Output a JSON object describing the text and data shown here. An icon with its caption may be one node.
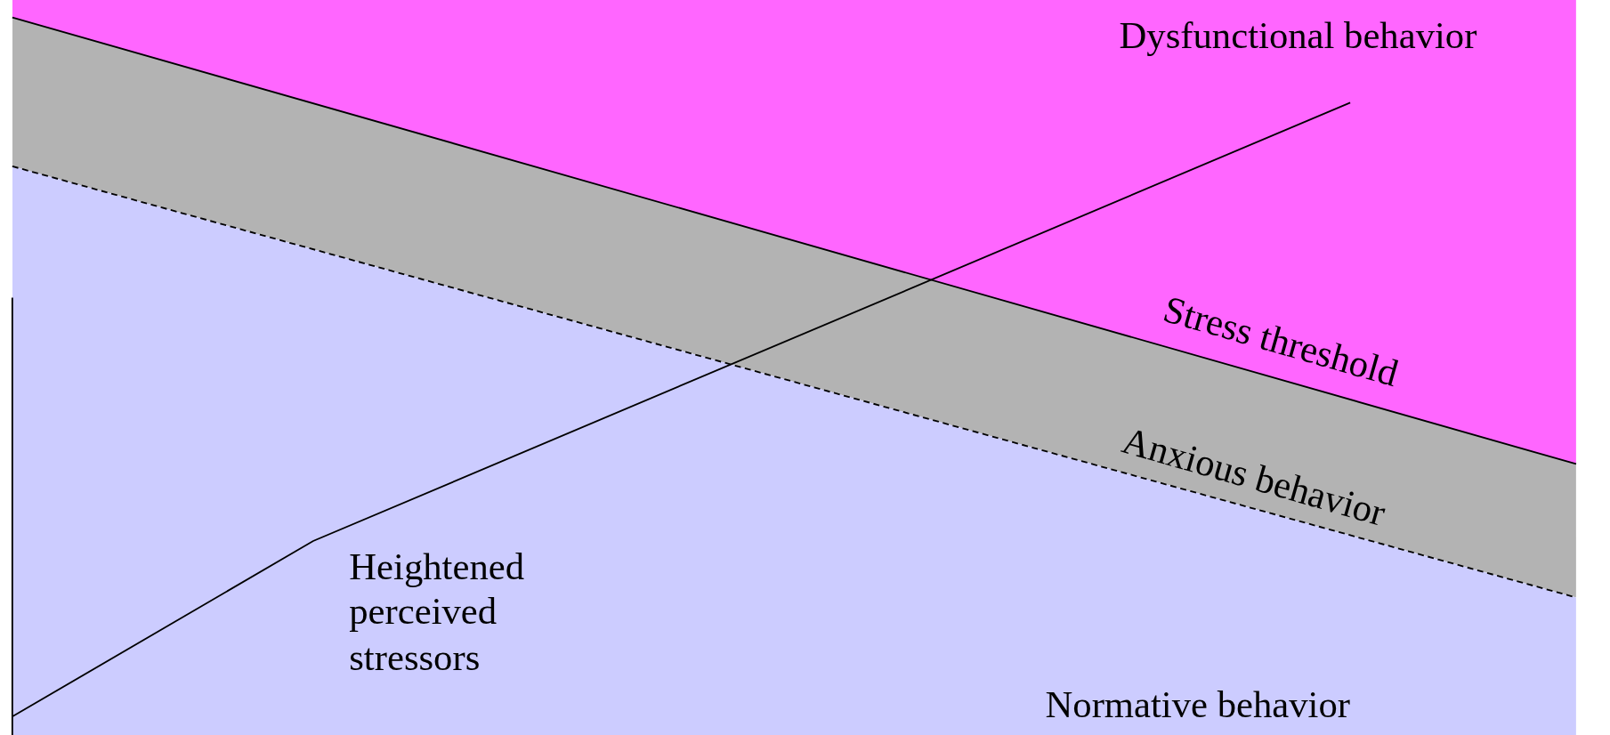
{
  "diagram": {
    "nodes": [
      {
        "text": [
          "Dysfunctional behavior"
        ]
      },
      {
        "text": [
          "Anxious behavior"
        ]
      },
      {
        "text": [
          "Normative behavior"
        ]
      }
    ],
    "labels": [
      "Stress threshold",
      "Heightened perceived stressors"
    ]
  }
}
